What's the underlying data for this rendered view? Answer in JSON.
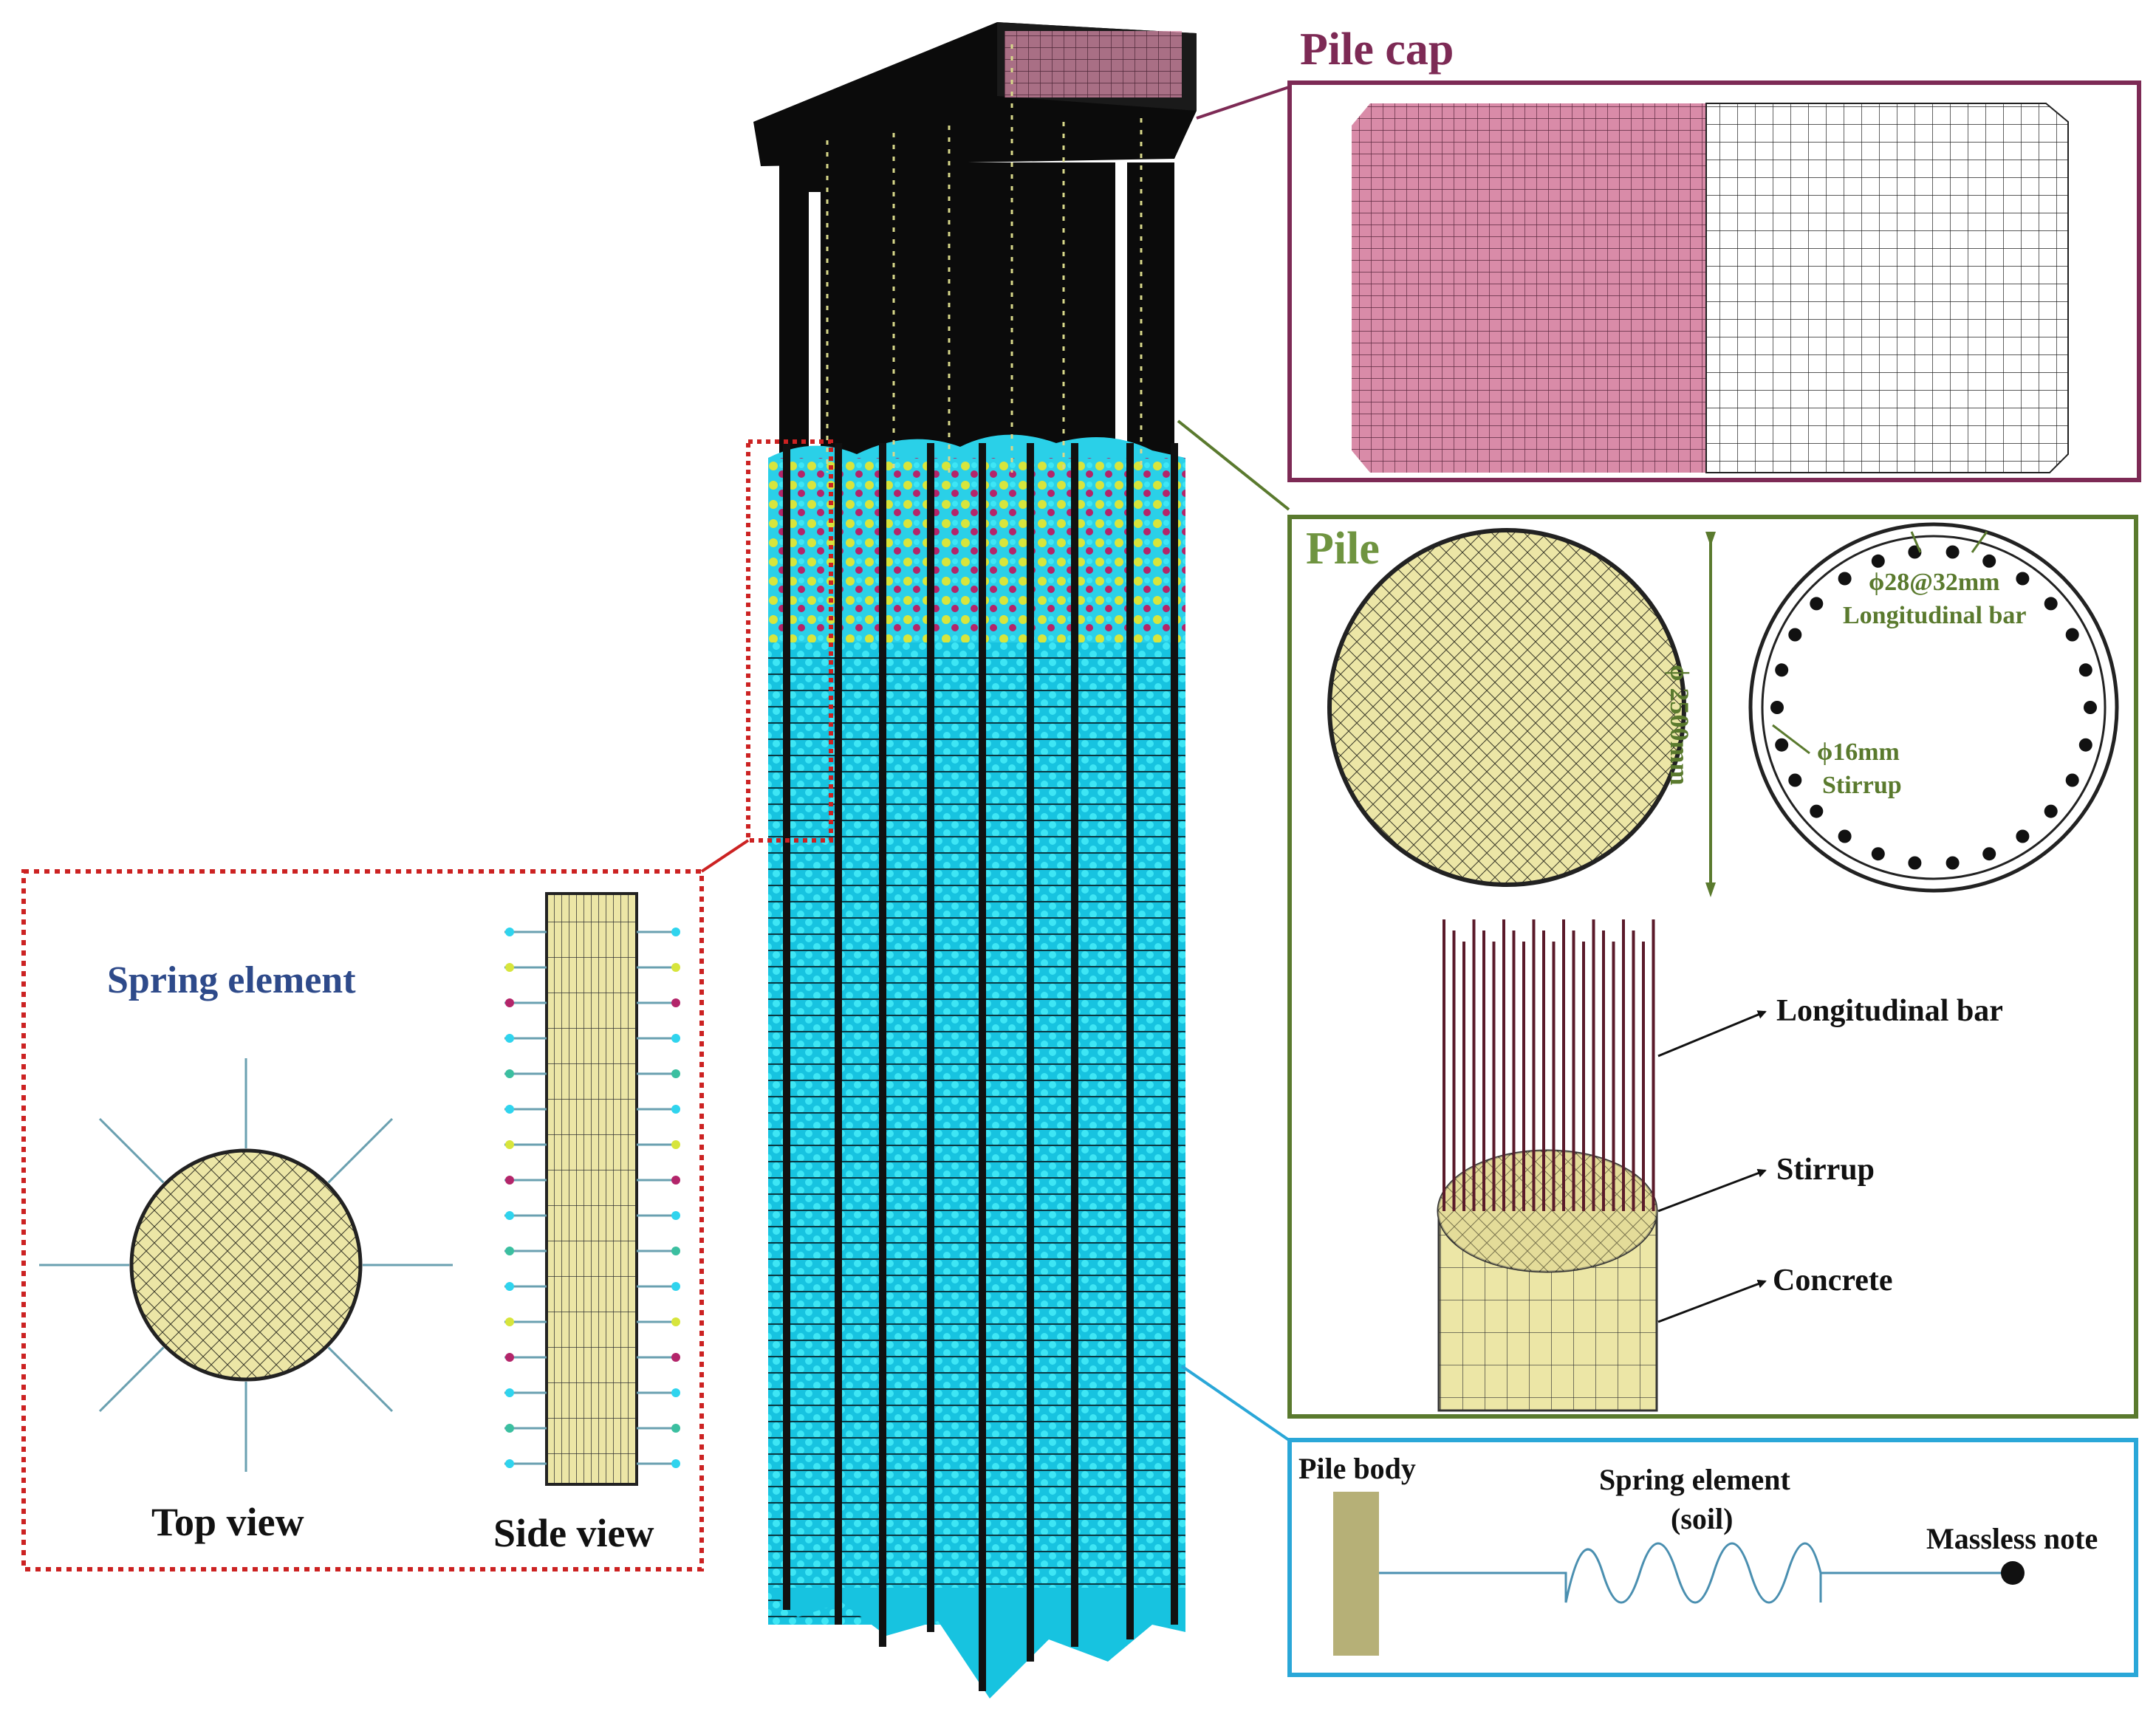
{
  "labels": {
    "pile_cap_title": "Pile cap",
    "pile_title": "Pile",
    "diameter_dim": "ϕ 2500mm",
    "long_bar_spec_1": "ϕ28@32mm",
    "long_bar_spec_2": "Longitudinal bar",
    "stirrup_spec_1": "ϕ16mm",
    "stirrup_spec_2": "Stirrup",
    "callout_longitudinal_bar": "Longitudinal bar",
    "callout_stirrup": "Stirrup",
    "callout_concrete": "Concrete",
    "spring_element_title": "Spring element",
    "top_view": "Top view",
    "side_view": "Side view",
    "pile_body": "Pile body",
    "spring_element_soil_1": "Spring element",
    "spring_element_soil_2": "(soil)",
    "massless_note": "Massless note"
  },
  "colors": {
    "pile_cap_frame": "#7d2a55",
    "pile_frame": "#5a7a2e",
    "spring_frame": "#2aa7d8",
    "detail_frame": "#cc2222",
    "spring_title": "#2e4a8a",
    "pile_title": "#6f9440",
    "concrete": "#ece6a6",
    "mesh_pink": "#d98ba8",
    "soil_nodes": "#2fd4ee"
  }
}
